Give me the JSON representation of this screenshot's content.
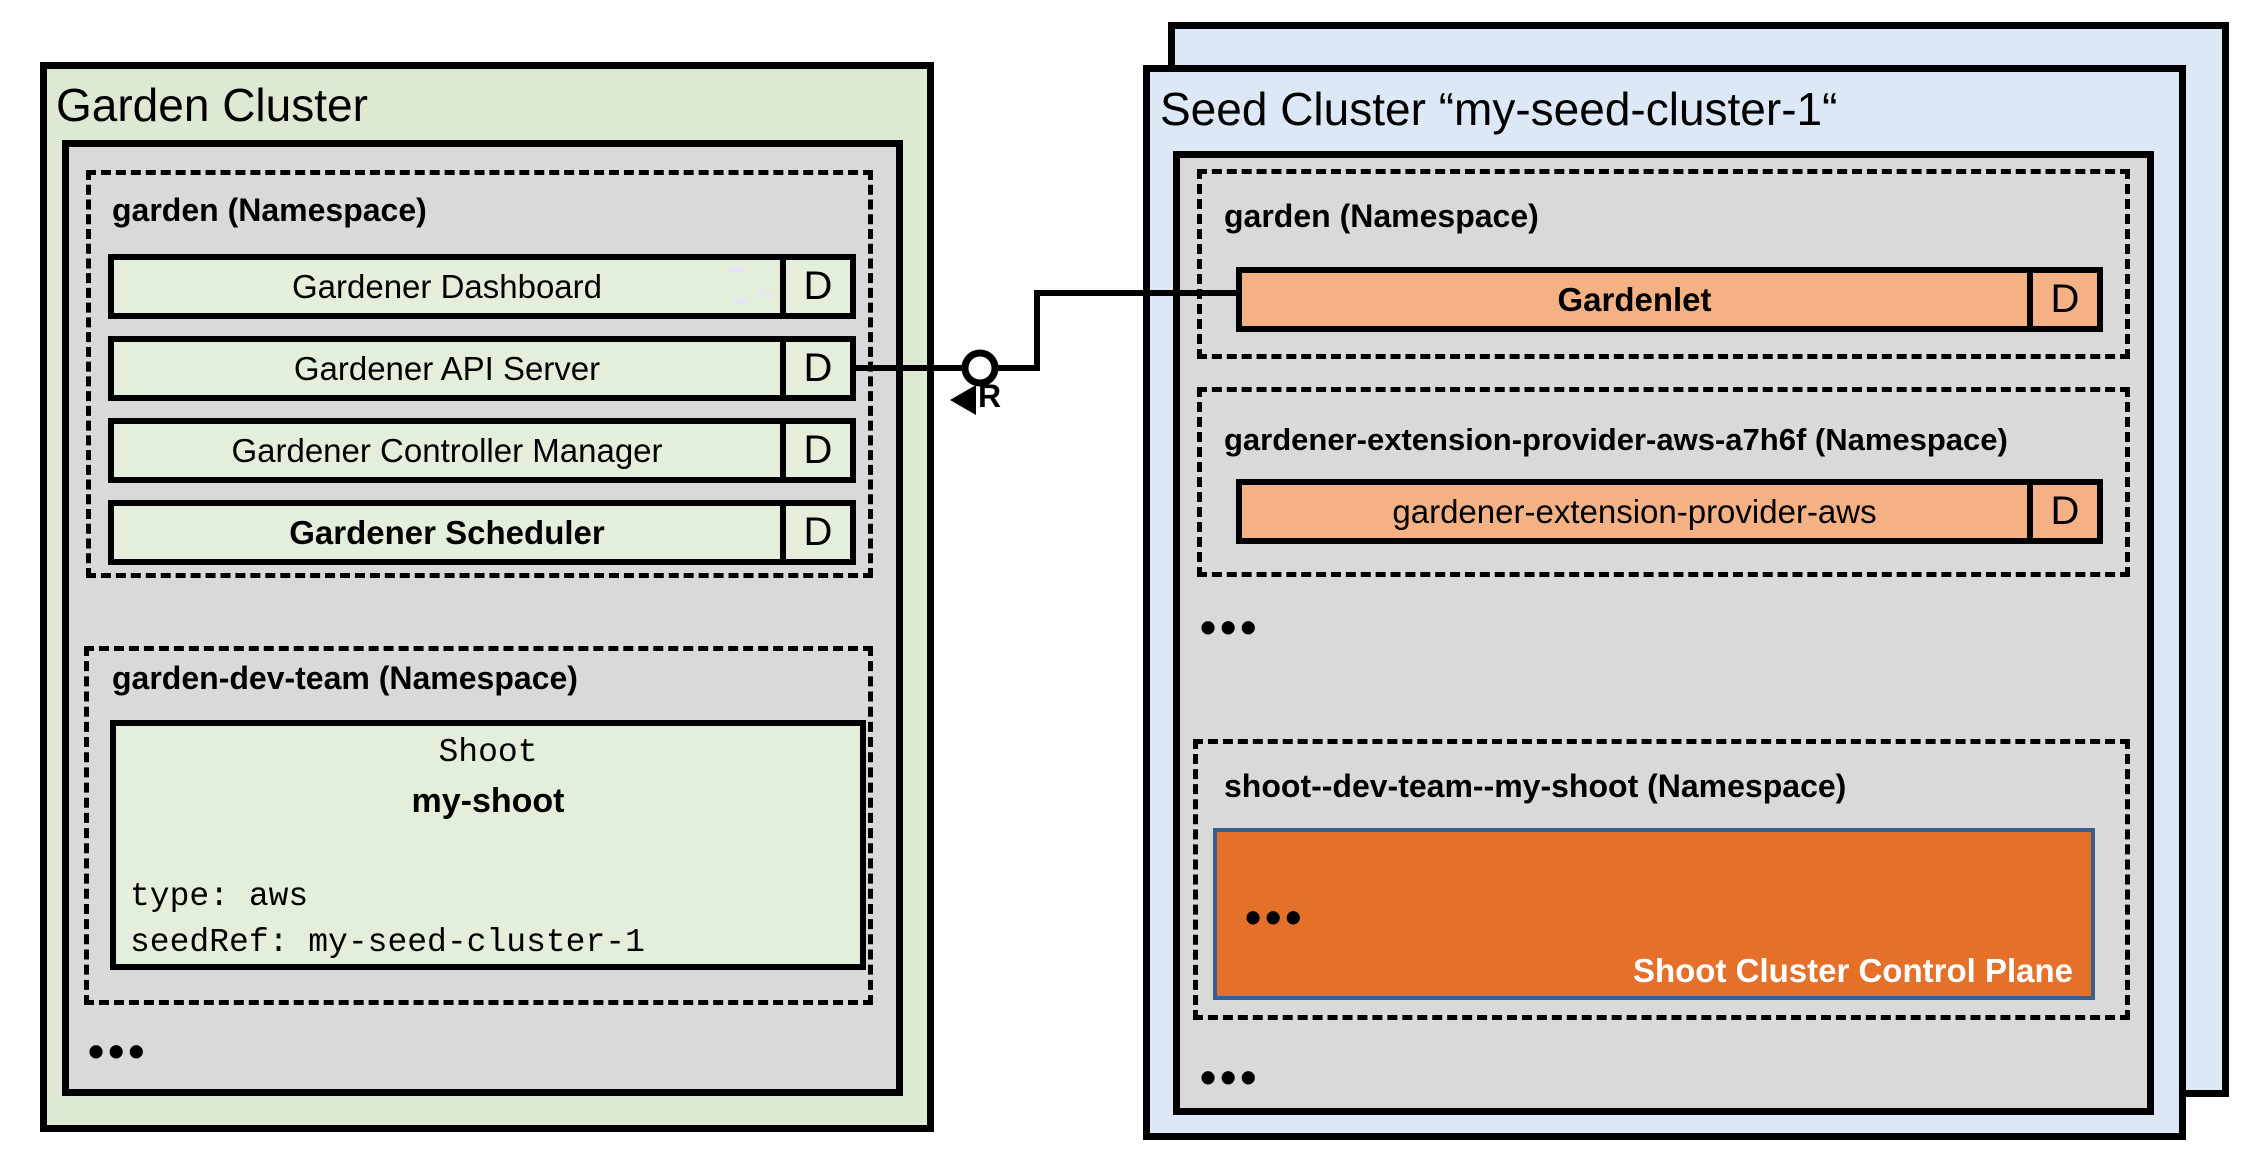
{
  "colors": {
    "garden_fill": "#dde9d3",
    "row_green": "#e4efdb",
    "panel_gray": "#d9d9d9",
    "seed_fill": "#dce8f5",
    "orange_light": "#f4b183",
    "orange_dark": "#e4702a",
    "control_plane_border": "#3a5e8c",
    "faint_dash": "#e4e7ed",
    "line": "#000000"
  },
  "garden_cluster": {
    "title": "Garden Cluster",
    "garden_namespace": {
      "label": "garden (Namespace)",
      "rows": [
        {
          "label": "Gardener Dashboard",
          "badge": "D"
        },
        {
          "label": "Gardener API Server",
          "badge": "D"
        },
        {
          "label": "Gardener Controller Manager",
          "badge": "D"
        },
        {
          "label": "Gardener Scheduler",
          "badge": "D"
        }
      ]
    },
    "dev_team_namespace": {
      "label": "garden-dev-team (Namespace)",
      "shoot_card": {
        "kind": "Shoot",
        "name": "my-shoot",
        "spec_line_1": "type: aws",
        "spec_line_2": "seedRef: my-seed-cluster-1"
      }
    },
    "ellipsis": "•••"
  },
  "seed_cluster": {
    "title": "Seed Cluster “my-seed-cluster-1“",
    "garden_namespace": {
      "label": "garden (Namespace)",
      "row": {
        "label": "Gardenlet",
        "badge": "D"
      }
    },
    "extension_namespace": {
      "label": "gardener-extension-provider-aws-a7h6f (Namespace)",
      "row": {
        "label": "gardener-extension-provider-aws",
        "badge": "D"
      }
    },
    "ellipsis_top": "•••",
    "shoot_namespace": {
      "label": "shoot--dev-team--my-shoot (Namespace)",
      "control_plane": {
        "ellipsis": "•••",
        "label": "Shoot Cluster Control Plane"
      }
    },
    "ellipsis_bottom": "•••"
  },
  "connector": {
    "label": "R"
  }
}
